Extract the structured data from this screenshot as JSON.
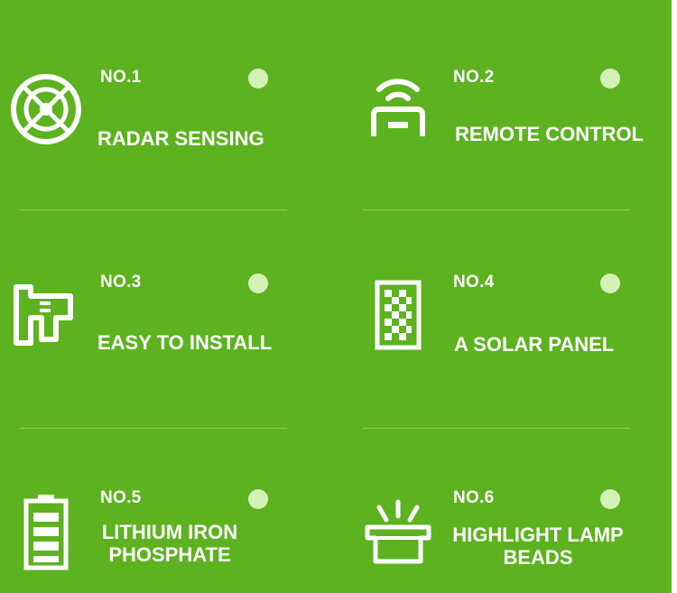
{
  "colors": {
    "background": "#5db21f",
    "foreground": "#ffffff",
    "dot": "#d5f2b6",
    "divider": "#8fcc5a"
  },
  "features": [
    {
      "number": "NO.1",
      "label": "RADAR SENSING",
      "icon": "radar-icon"
    },
    {
      "number": "NO.2",
      "label": "REMOTE CONTROL",
      "icon": "remote-control-icon"
    },
    {
      "number": "NO.3",
      "label": "EASY TO INSTALL",
      "icon": "drill-icon"
    },
    {
      "number": "NO.4",
      "label": "A SOLAR PANEL",
      "icon": "solar-panel-icon"
    },
    {
      "number": "NO.5",
      "label_line1": "LITHIUM IRON",
      "label_line2": "PHOSPHATE",
      "icon": "battery-icon"
    },
    {
      "number": "NO.6",
      "label_line1": "HIGHLIGHT LAMP",
      "label_line2": "BEADS",
      "icon": "lamp-beads-icon"
    }
  ]
}
